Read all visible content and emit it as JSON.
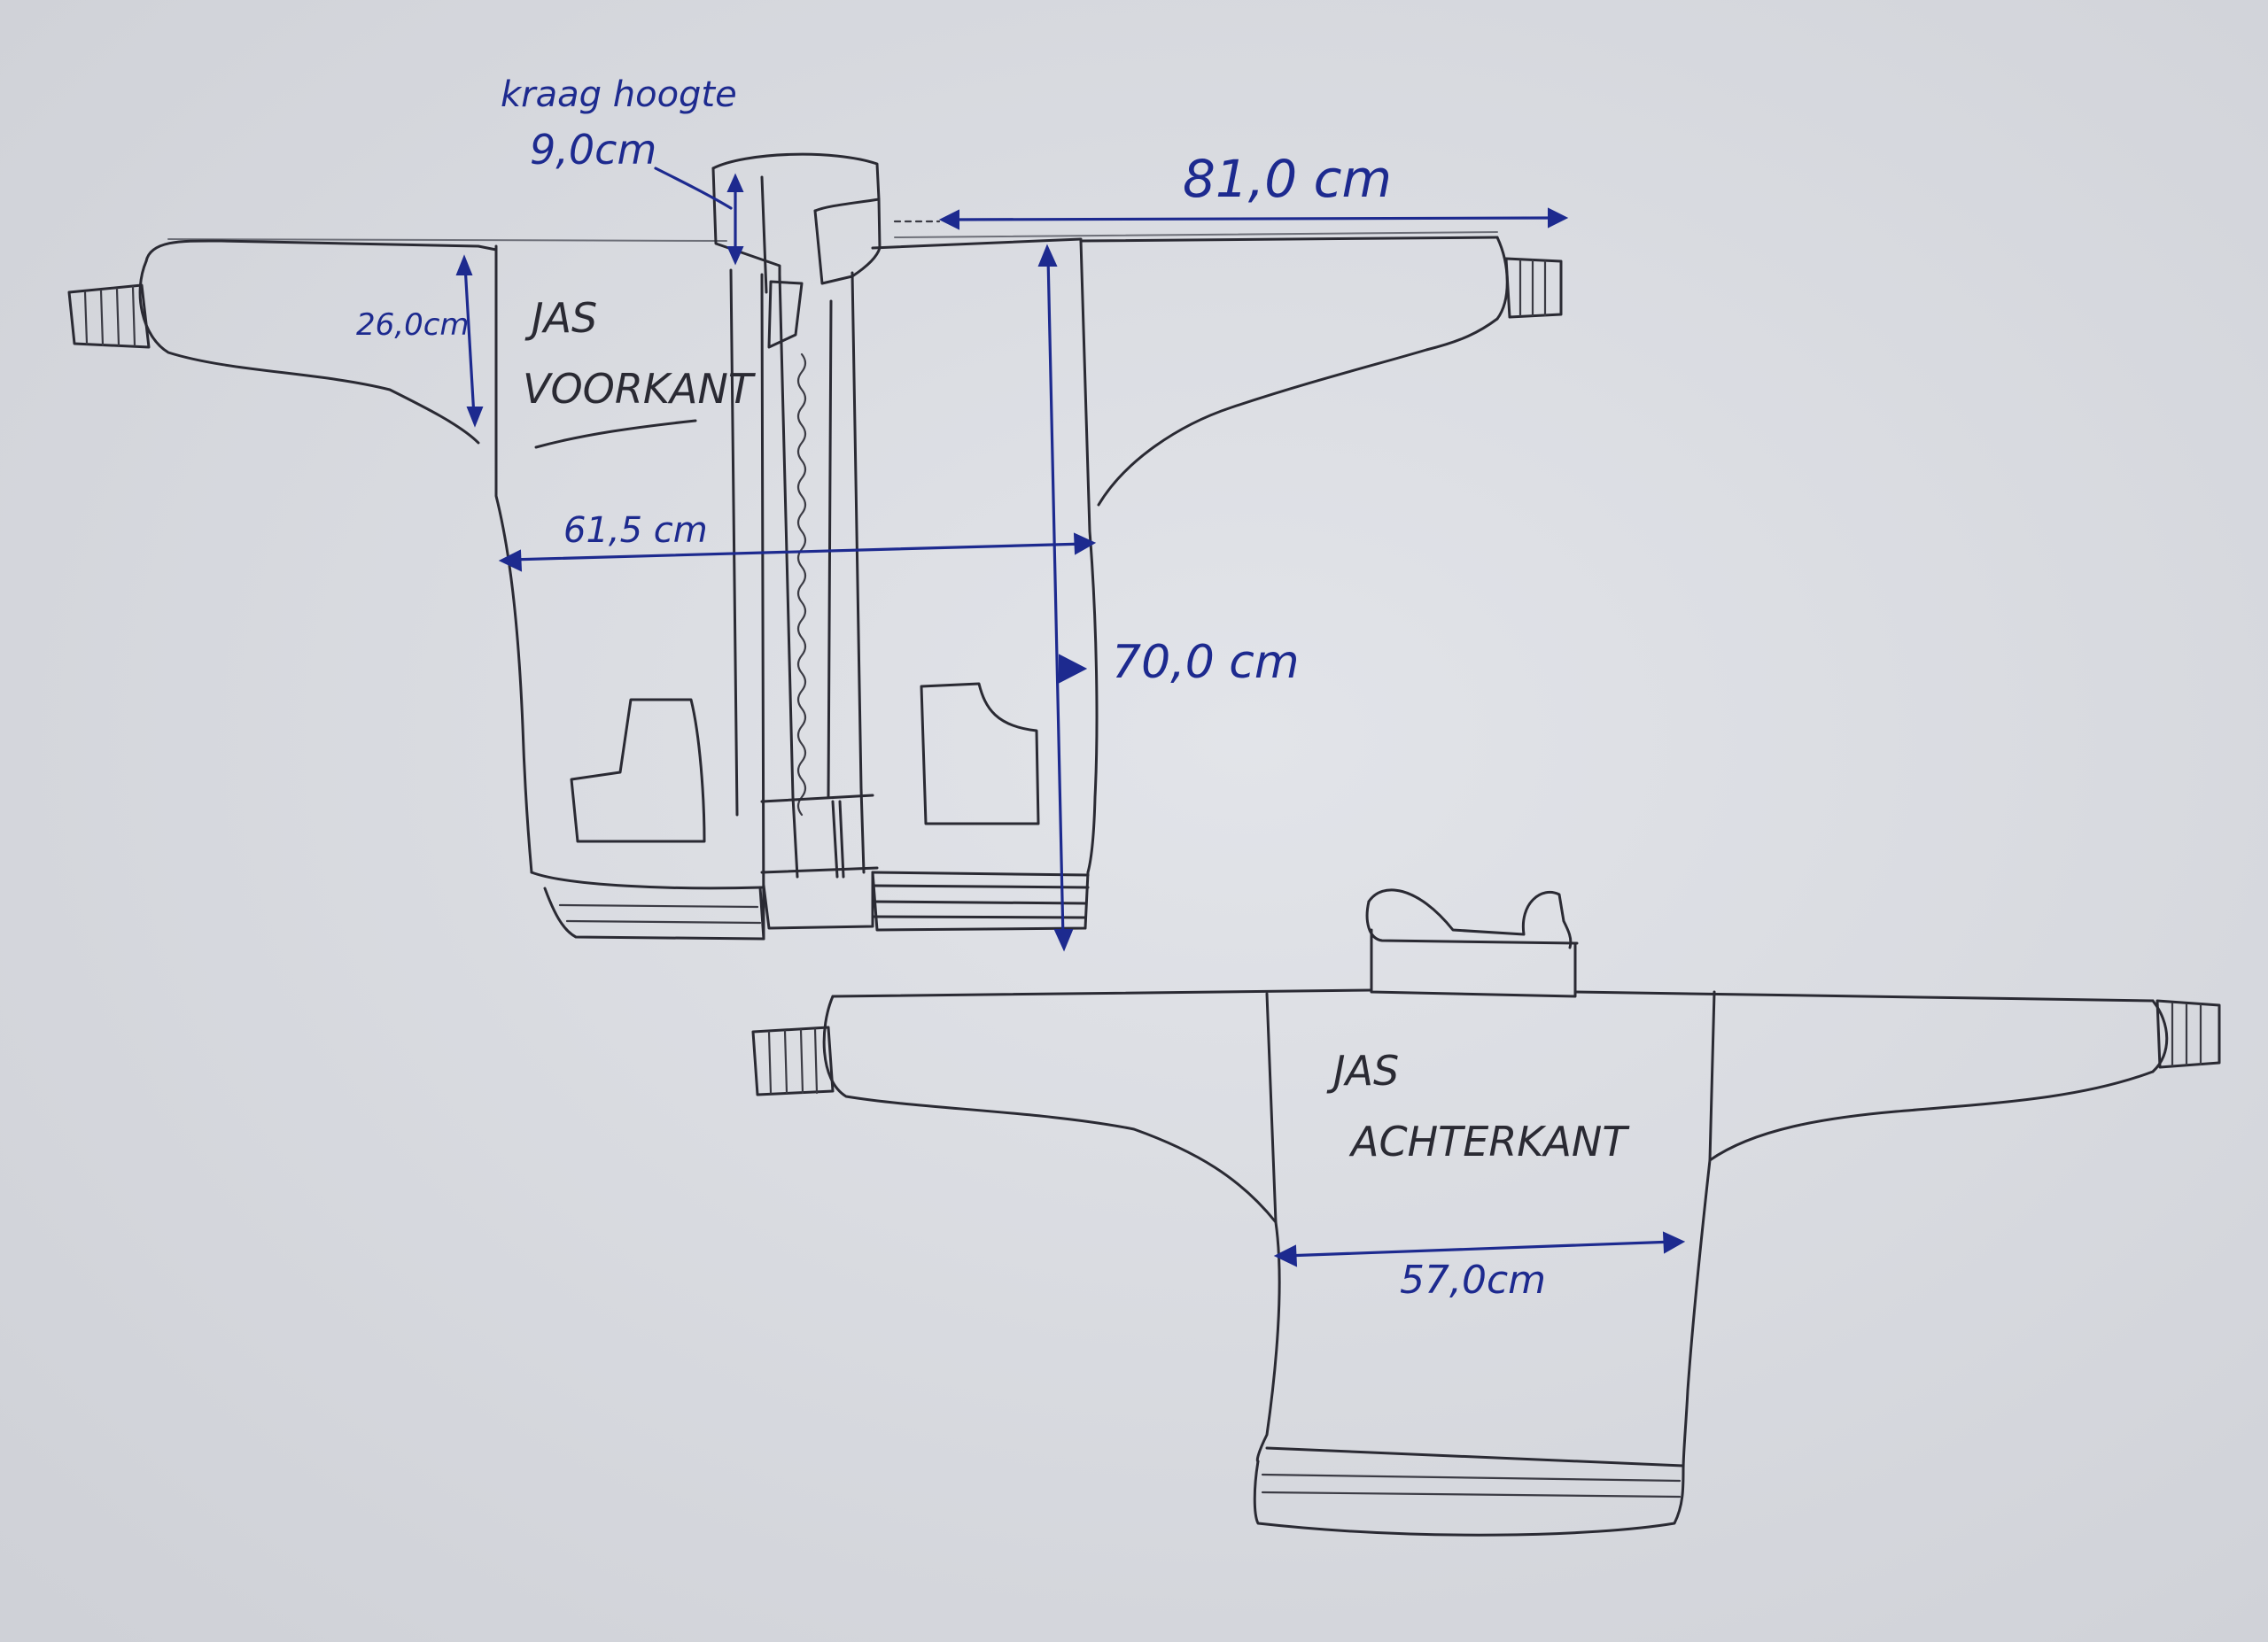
{
  "front": {
    "title_line1": "JAS",
    "title_line2": "VOORKANT",
    "collar_label_line1": "kraag hoogte",
    "collar_label_line2": "9,0cm",
    "sleeve_length": "81,0 cm",
    "armhole_depth": "26,0cm",
    "chest_width": "61,5 cm",
    "body_length": "70,0 cm"
  },
  "back": {
    "title_line1": "JAS",
    "title_line2": "ACHTERKANT",
    "chest_width": "57,0cm"
  },
  "colors": {
    "paper": "#d9dbe0",
    "pencil": "#2a2a33",
    "ink_blue": "#1d2a8f"
  }
}
